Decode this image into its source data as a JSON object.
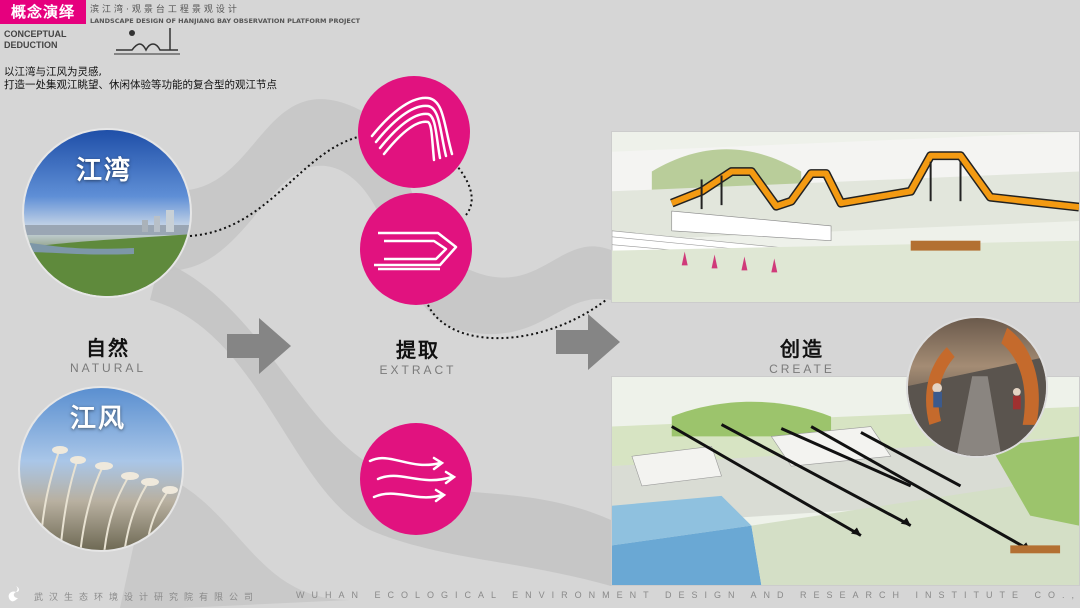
{
  "header": {
    "tag": "概念演绎",
    "subtitle_cn": "滨江湾·观景台工程景观设计",
    "subtitle_en": "LANDSCAPE DESIGN OF HANJIANG BAY OBSERVATION PLATFORM PROJECT",
    "concept_en_line1": "CONCEPTUAL",
    "concept_en_line2": "DEDUCTION"
  },
  "intro": {
    "line1": "以江湾与江风为灵感,",
    "line2": "打造一处集观江眺望、休闲体验等功能的复合型的观江节点"
  },
  "photos": {
    "bay_label": "江湾",
    "wind_label": "江风"
  },
  "stages": {
    "natural_cn": "自然",
    "natural_en": "NATURAL",
    "extract_cn": "提取",
    "extract_en": "EXTRACT",
    "create_cn": "创造",
    "create_en": "CREATE"
  },
  "footer": {
    "company_cn": "武汉生态环境设计研究院有限公司",
    "company_en": "WUHAN ECOLOGICAL ENVIRONMENT DESIGN AND RESEARCH INSTITUTE CO., LTD"
  },
  "icons": {
    "bay_curve": "curved-lines-icon",
    "fold": "folded-lines-icon",
    "wind": "wind-arrows-icon",
    "arrow": "chevron-arrow-icon"
  },
  "colors": {
    "accent": "#e6007e",
    "icon_circle": "#e1127f",
    "background": "#d6d6d6",
    "flow_band": "#c3c3c3",
    "platform_orange": "#f39a12"
  }
}
